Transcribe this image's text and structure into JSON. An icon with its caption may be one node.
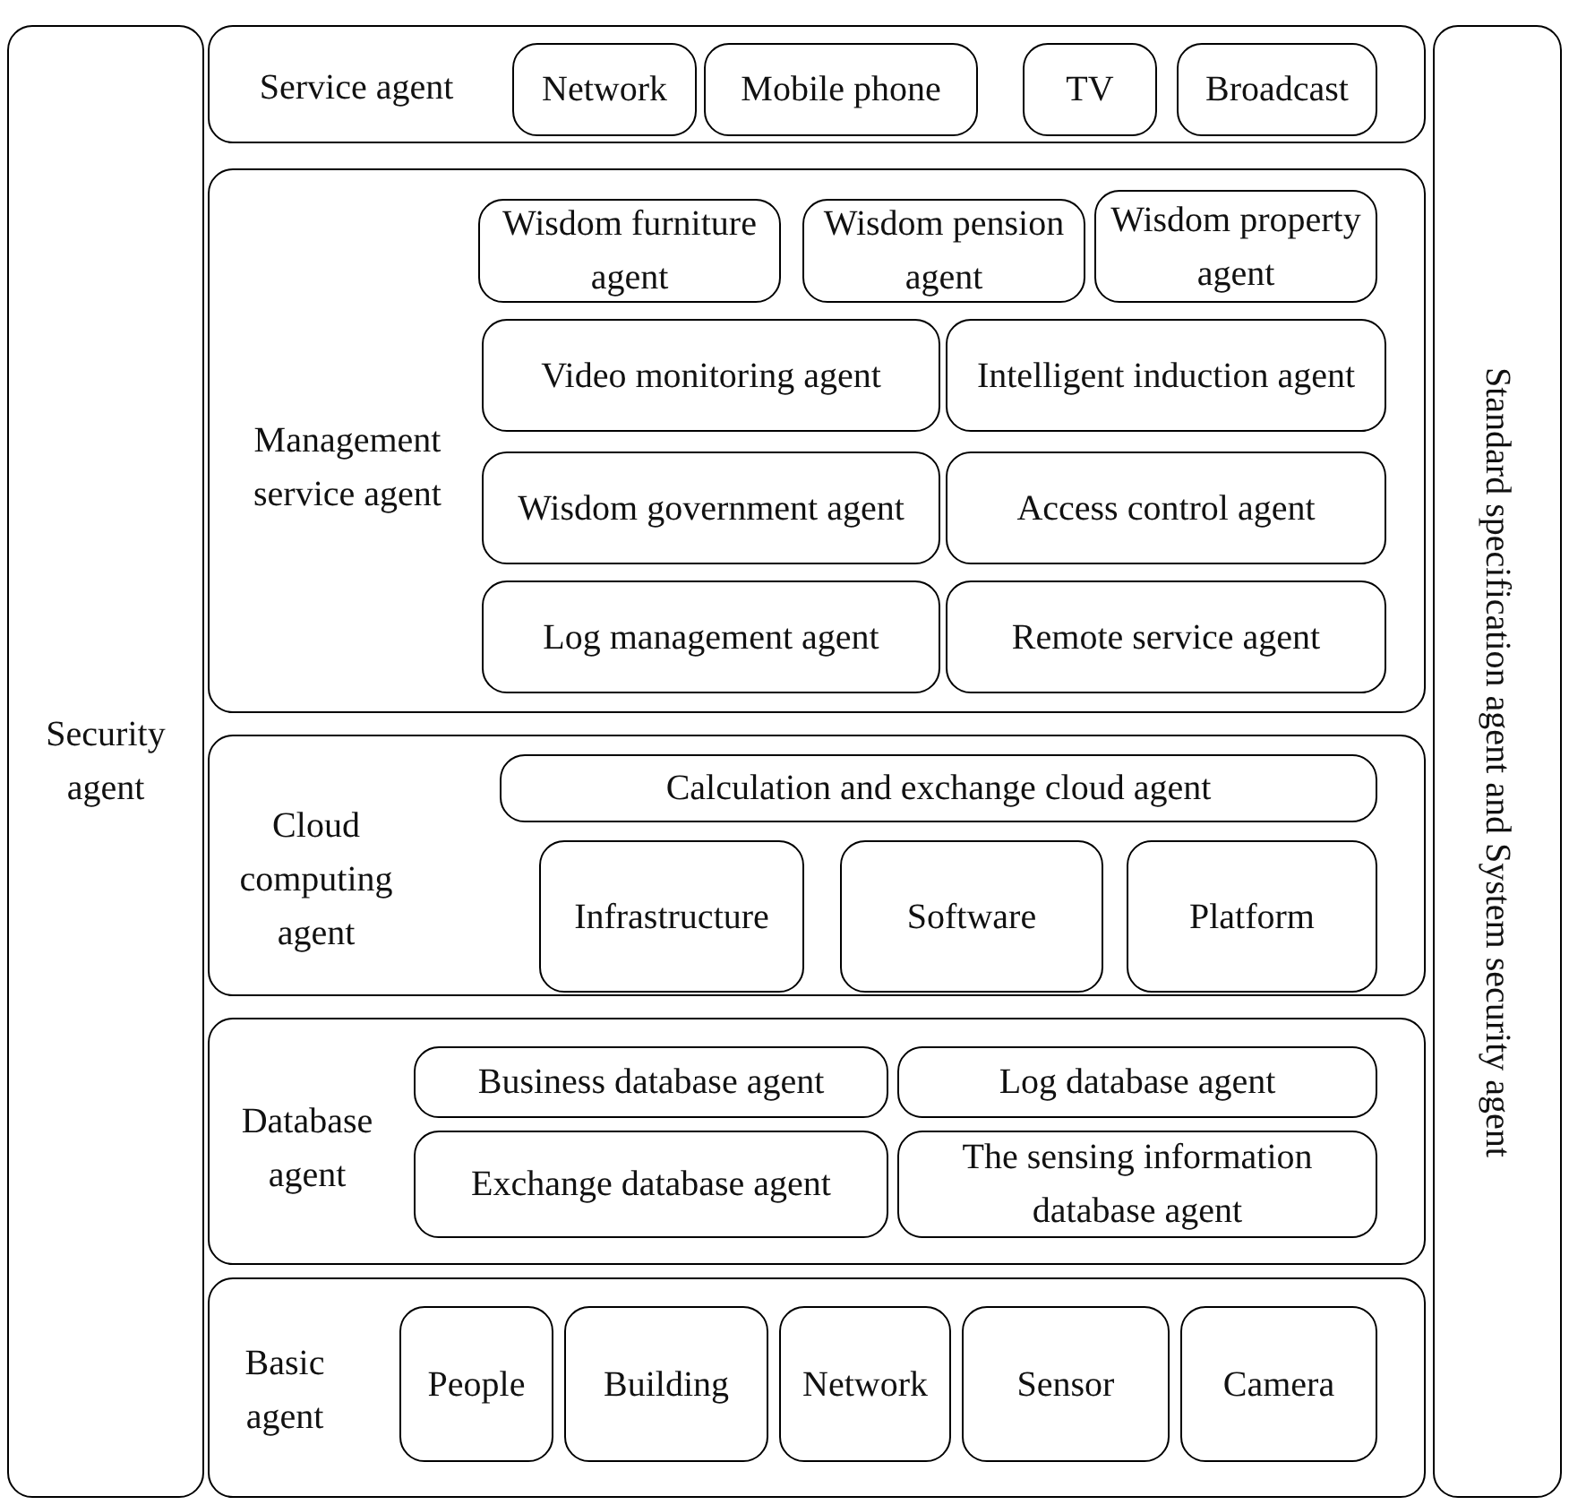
{
  "diagram": {
    "nodes": [
      {
        "text": [
          "Security agent"
        ]
      },
      {
        "text": [
          "Service agent"
        ]
      },
      {
        "text": [
          "Network"
        ],
        "in": 1
      },
      {
        "text": [
          "Mobile phone"
        ],
        "in": 1
      },
      {
        "text": [
          "TV"
        ],
        "in": 1
      },
      {
        "text": [
          "Broadcast"
        ],
        "in": 1
      },
      {
        "text": [
          "Management service agent"
        ]
      },
      {
        "text": [
          "Wisdom furniture agent"
        ],
        "in": 6
      },
      {
        "text": [
          "Wisdom pension agent"
        ],
        "in": 6
      },
      {
        "text": [
          "Wisdom property agent"
        ],
        "in": 6
      },
      {
        "text": [
          "Video monitoring agent"
        ],
        "in": 6
      },
      {
        "text": [
          "Intelligent induction agent"
        ],
        "in": 6
      },
      {
        "text": [
          "Wisdom government agent"
        ],
        "in": 6
      },
      {
        "text": [
          "Access control agent"
        ],
        "in": 6
      },
      {
        "text": [
          "Log management agent"
        ],
        "in": 6
      },
      {
        "text": [
          "Remote service agent"
        ],
        "in": 6
      },
      {
        "text": [
          "Cloud computing agent"
        ]
      },
      {
        "text": [
          "Calculation and exchange cloud agent"
        ],
        "in": 16
      },
      {
        "text": [
          "Infrastructure"
        ],
        "in": 16
      },
      {
        "text": [
          "Software"
        ],
        "in": 16
      },
      {
        "text": [
          "Platform"
        ],
        "in": 16
      },
      {
        "text": [
          "Database agent"
        ]
      },
      {
        "text": [
          "Business database agent"
        ],
        "in": 21
      },
      {
        "text": [
          "Log database agent"
        ],
        "in": 21
      },
      {
        "text": [
          "Exchange database agent"
        ],
        "in": 21
      },
      {
        "text": [
          "The sensing information database agent"
        ],
        "in": 21
      },
      {
        "text": [
          "Basic agent"
        ]
      },
      {
        "text": [
          "People"
        ],
        "in": 26
      },
      {
        "text": [
          "Building"
        ],
        "in": 26
      },
      {
        "text": [
          "Network"
        ],
        "in": 26
      },
      {
        "text": [
          "Sensor"
        ],
        "in": 26
      },
      {
        "text": [
          "Camera"
        ],
        "in": 26
      },
      {
        "text": [
          "Standard specification agent and System security agent"
        ]
      }
    ]
  }
}
